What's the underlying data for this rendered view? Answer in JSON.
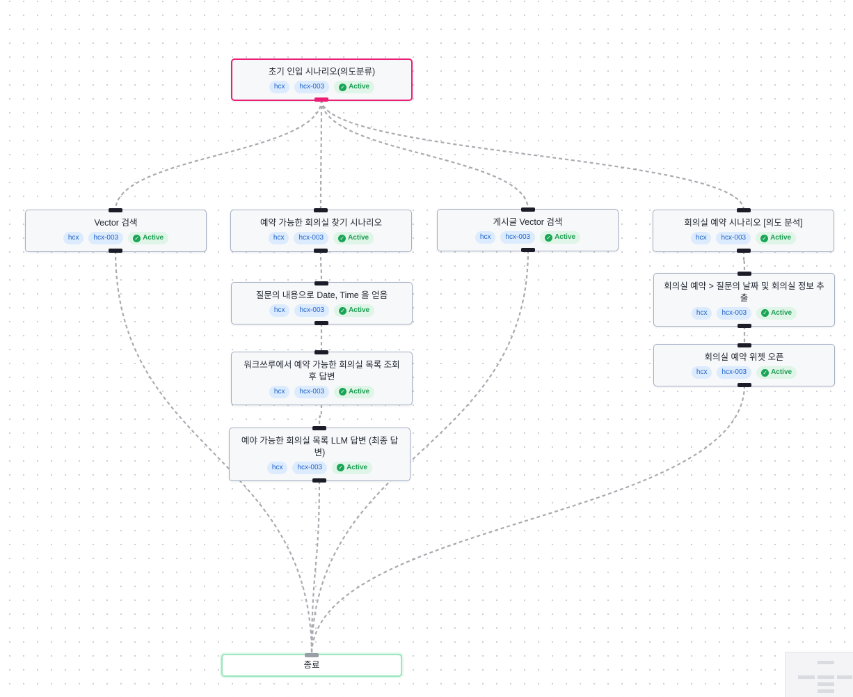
{
  "badges": {
    "provider": "hcx",
    "model": "hcx-003",
    "status": "Active"
  },
  "nodes": [
    {
      "id": "intent",
      "title": "초기 인입 시나리오(의도분류)",
      "kind": "start"
    },
    {
      "id": "vector",
      "title": "Vector 검색",
      "kind": "normal"
    },
    {
      "id": "find_room",
      "title": "예약 가능한 회의실 찾기 시나리오",
      "kind": "normal"
    },
    {
      "id": "board_vector",
      "title": "게시글 Vector 검색",
      "kind": "normal"
    },
    {
      "id": "reserve_intent",
      "title": "회의실 예약 시나리오 [의도 분석]",
      "kind": "normal"
    },
    {
      "id": "extract_datetime",
      "title": "질문의 내용으로 Date, Time 을 얻음",
      "kind": "normal"
    },
    {
      "id": "list_rooms",
      "title": "워크쓰루에서 예약 가능한 회의실 목록 조회 후 답변",
      "kind": "normal"
    },
    {
      "id": "final_answer",
      "title": "예야 가능한 회의실 목록 LLM 답변 (최종 답변)",
      "kind": "normal"
    },
    {
      "id": "extract_info",
      "title": "회의실 예약 > 질문의 날짜 및 회의실 정보 추출",
      "kind": "normal"
    },
    {
      "id": "widget_open",
      "title": "회의실 예약 위젯 오픈",
      "kind": "normal"
    },
    {
      "id": "end",
      "title": "종료",
      "kind": "end"
    }
  ],
  "edges": [
    [
      "intent",
      "vector"
    ],
    [
      "intent",
      "find_room"
    ],
    [
      "intent",
      "board_vector"
    ],
    [
      "intent",
      "reserve_intent"
    ],
    [
      "find_room",
      "extract_datetime"
    ],
    [
      "extract_datetime",
      "list_rooms"
    ],
    [
      "list_rooms",
      "final_answer"
    ],
    [
      "reserve_intent",
      "extract_info"
    ],
    [
      "extract_info",
      "widget_open"
    ],
    [
      "vector",
      "end"
    ],
    [
      "board_vector",
      "end"
    ],
    [
      "final_answer",
      "end"
    ],
    [
      "widget_open",
      "end"
    ]
  ]
}
